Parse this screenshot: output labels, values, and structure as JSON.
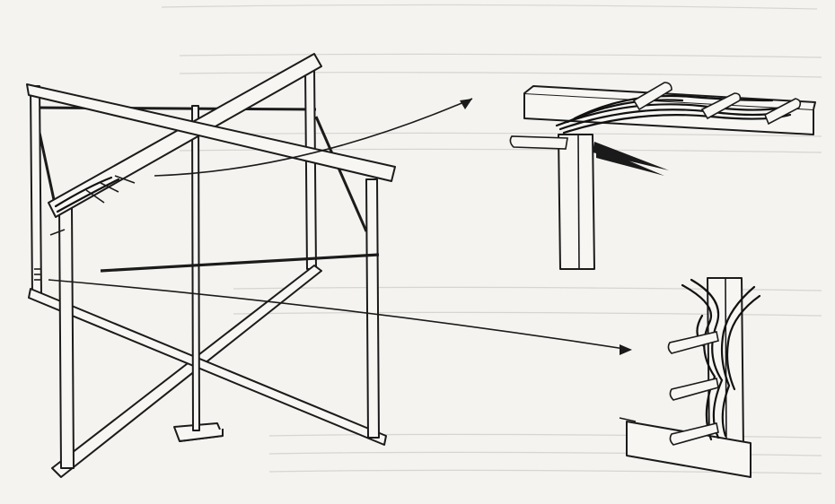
{
  "illustration": {
    "subject": "warping-frame-diagram",
    "callouts": [
      "top-peg-detail",
      "bottom-peg-detail"
    ]
  }
}
